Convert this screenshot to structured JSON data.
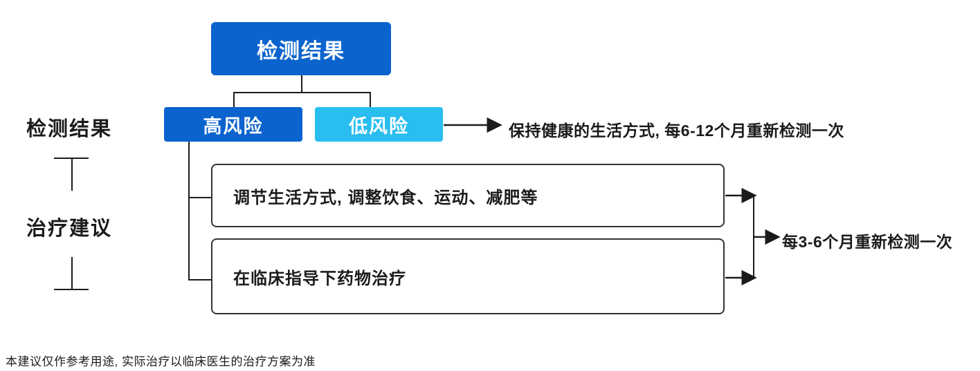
{
  "diagram": {
    "type": "flowchart",
    "title_node": {
      "label": "检测结果"
    },
    "axis": {
      "row1_label": "检测结果",
      "row2_label": "治疗建议"
    },
    "risk_nodes": [
      {
        "id": "high",
        "label": "高风险",
        "color": "#0b63ce"
      },
      {
        "id": "low",
        "label": "低风险",
        "color": "#29bdf0"
      }
    ],
    "low_risk_advice": "保持健康的生活方式, 每6-12个月重新检测一次",
    "treatment_boxes": [
      {
        "id": "lifestyle",
        "label": "调节生活方式, 调整饮食、运动、减肥等"
      },
      {
        "id": "medication",
        "label": "在临床指导下药物治疗"
      }
    ],
    "retest_note": "每3-6个月重新检测一次",
    "footer": "本建议仅作参考用途, 实际治疗以临床医生的治疗方案为准"
  }
}
